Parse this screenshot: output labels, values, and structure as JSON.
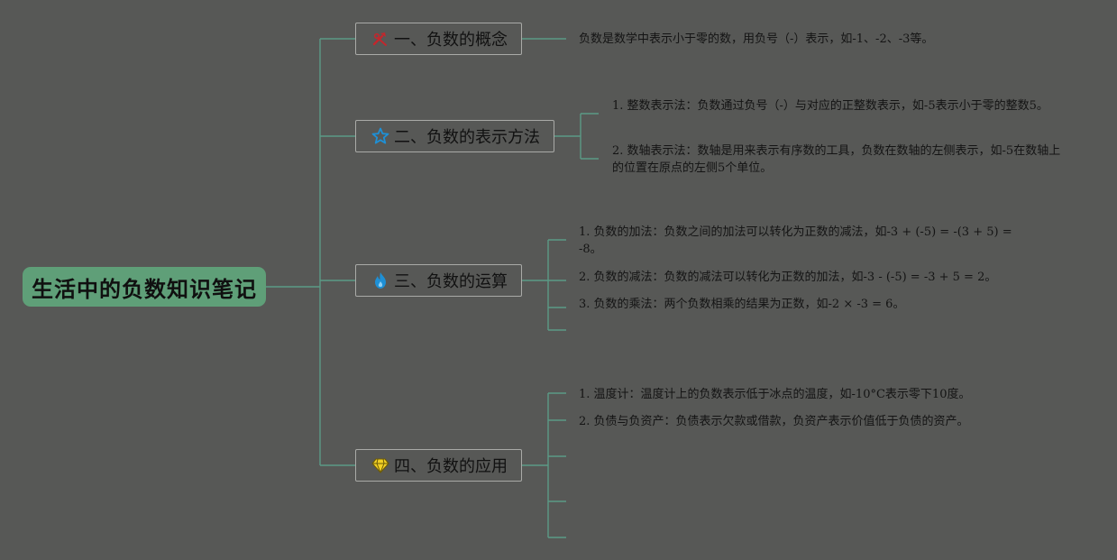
{
  "root": {
    "title": "生活中的负数知识笔记"
  },
  "branches": [
    {
      "title": "一、负数的概念",
      "icon": "tools-icon",
      "icon_color": "#c2272d",
      "items": [
        "负数是数学中表示小于零的数，用负号（-）表示，如-1、-2、-3等。"
      ]
    },
    {
      "title": "二、负数的表示方法",
      "icon": "star-icon",
      "icon_color": "#1e90d6",
      "items": [
        "1. 整数表示法：负数通过负号（-）与对应的正整数表示，如-5表示小于零的整数5。",
        "2. 数轴表示法：数轴是用来表示有序数的工具，负数在数轴的左侧表示，如-5在数轴上的位置在原点的左侧5个单位。"
      ]
    },
    {
      "title": "三、负数的运算",
      "icon": "flame-icon",
      "icon_color": "#1e90d6",
      "items": [
        "1. 负数的加法：负数之间的加法可以转化为正数的减法，如-3 + (-5) = -(3 + 5) = -8。",
        "2. 负数的减法：负数的减法可以转化为正数的加法，如-3 - (-5) = -3 + 5 = 2。",
        "3. 负数的乘法：两个负数相乘的结果为正数，如-2 × -3 = 6。"
      ]
    },
    {
      "title": "四、负数的应用",
      "icon": "diamond-icon",
      "icon_color": "#f2d024",
      "items": [
        "1. 温度计：温度计上的负数表示低于冰点的温度，如-10°C表示零下10度。",
        "2. 负债与负资产：负债表示欠款或借款，负资产表示价值低于负债的资产。"
      ]
    }
  ]
}
